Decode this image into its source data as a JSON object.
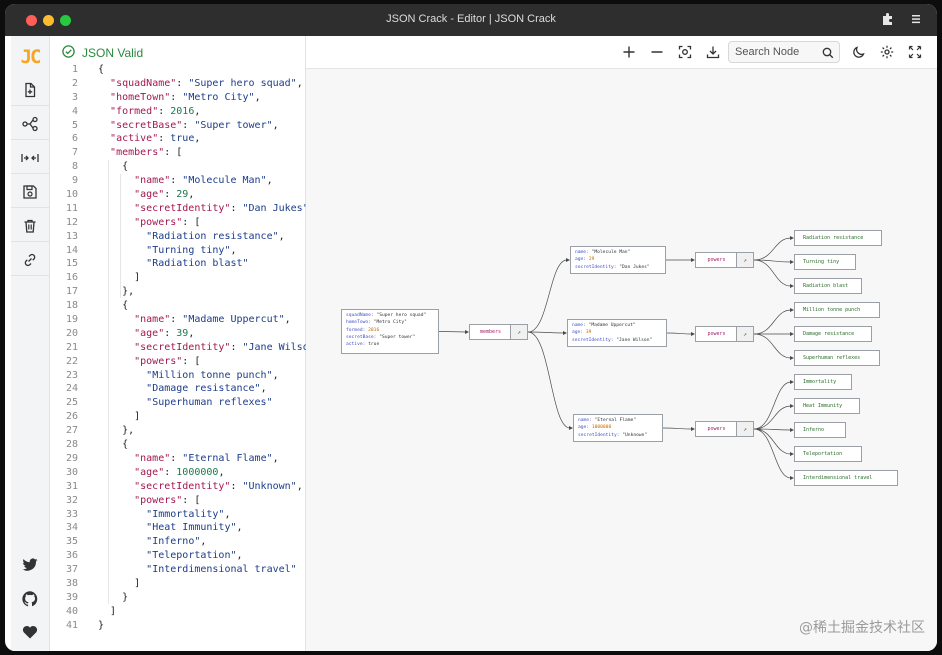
{
  "window": {
    "title": "JSON Crack - Editor | JSON Crack"
  },
  "sidebar": {
    "logo": "JC",
    "icons": [
      "new-file-icon",
      "visualize-icon",
      "expand-collapse-icon",
      "save-icon",
      "delete-icon",
      "share-link-icon"
    ],
    "bottom_icons": [
      "twitter-icon",
      "github-icon",
      "heart-icon"
    ]
  },
  "editor": {
    "status": "JSON Valid",
    "lines": [
      "{",
      "  \"squadName\": \"Super hero squad\",",
      "  \"homeTown\": \"Metro City\",",
      "  \"formed\": 2016,",
      "  \"secretBase\": \"Super tower\",",
      "  \"active\": true,",
      "  \"members\": [",
      "    {",
      "      \"name\": \"Molecule Man\",",
      "      \"age\": 29,",
      "      \"secretIdentity\": \"Dan Jukes\",",
      "      \"powers\": [",
      "        \"Radiation resistance\",",
      "        \"Turning tiny\",",
      "        \"Radiation blast\"",
      "      ]",
      "    },",
      "    {",
      "      \"name\": \"Madame Uppercut\",",
      "      \"age\": 39,",
      "      \"secretIdentity\": \"Jane Wilson\"",
      "      \"powers\": [",
      "        \"Million tonne punch\",",
      "        \"Damage resistance\",",
      "        \"Superhuman reflexes\"",
      "      ]",
      "    },",
      "    {",
      "      \"name\": \"Eternal Flame\",",
      "      \"age\": 1000000,",
      "      \"secretIdentity\": \"Unknown\",",
      "      \"powers\": [",
      "        \"Immortality\",",
      "        \"Heat Immunity\",",
      "        \"Inferno\",",
      "        \"Teleportation\",",
      "        \"Interdimensional travel\"",
      "      ]",
      "    }",
      "  ]",
      "}"
    ]
  },
  "toolbar": {
    "search_placeholder": "Search Node",
    "icons": [
      "zoom-in-icon",
      "zoom-out-icon",
      "fit-view-icon",
      "download-icon",
      "search-icon",
      "dark-mode-icon",
      "settings-icon",
      "fullscreen-icon"
    ]
  },
  "graph": {
    "root": [
      [
        "squadName",
        "\"Super hero squad\""
      ],
      [
        "homeTown",
        "\"Metro City\""
      ],
      [
        "formed",
        "2016"
      ],
      [
        "secretBase",
        "\"Super tower\""
      ],
      [
        "active",
        "true"
      ]
    ],
    "members_label": "members",
    "members": [
      {
        "fields": [
          [
            "name",
            "\"Molecule Man\""
          ],
          [
            "age",
            "29"
          ],
          [
            "secretIdentity",
            "\"Dan Jukes\""
          ]
        ],
        "powers_label": "powers",
        "powers": [
          "Radiation resistance",
          "Turning tiny",
          "Radiation blast"
        ]
      },
      {
        "fields": [
          [
            "name",
            "\"Madame Uppercut\""
          ],
          [
            "age",
            "39"
          ],
          [
            "secretIdentity",
            "\"Jane Wilson\""
          ]
        ],
        "powers_label": "powers",
        "powers": [
          "Million tonne punch",
          "Damage resistance",
          "Superhuman reflexes"
        ]
      },
      {
        "fields": [
          [
            "name",
            "\"Eternal Flame\""
          ],
          [
            "age",
            "1000000"
          ],
          [
            "secretIdentity",
            "\"Unknown\""
          ]
        ],
        "powers_label": "powers",
        "powers": [
          "Immortality",
          "Heat Immunity",
          "Inferno",
          "Teleportation",
          "Interdimensional travel"
        ]
      }
    ]
  },
  "watermark": "@稀土掘金技术社区",
  "colors": {
    "valid": "#2b8a3e",
    "logo": "#f5a623",
    "key": "#a3174f",
    "string": "#1c3c8c",
    "number": "#1b7a4f"
  }
}
